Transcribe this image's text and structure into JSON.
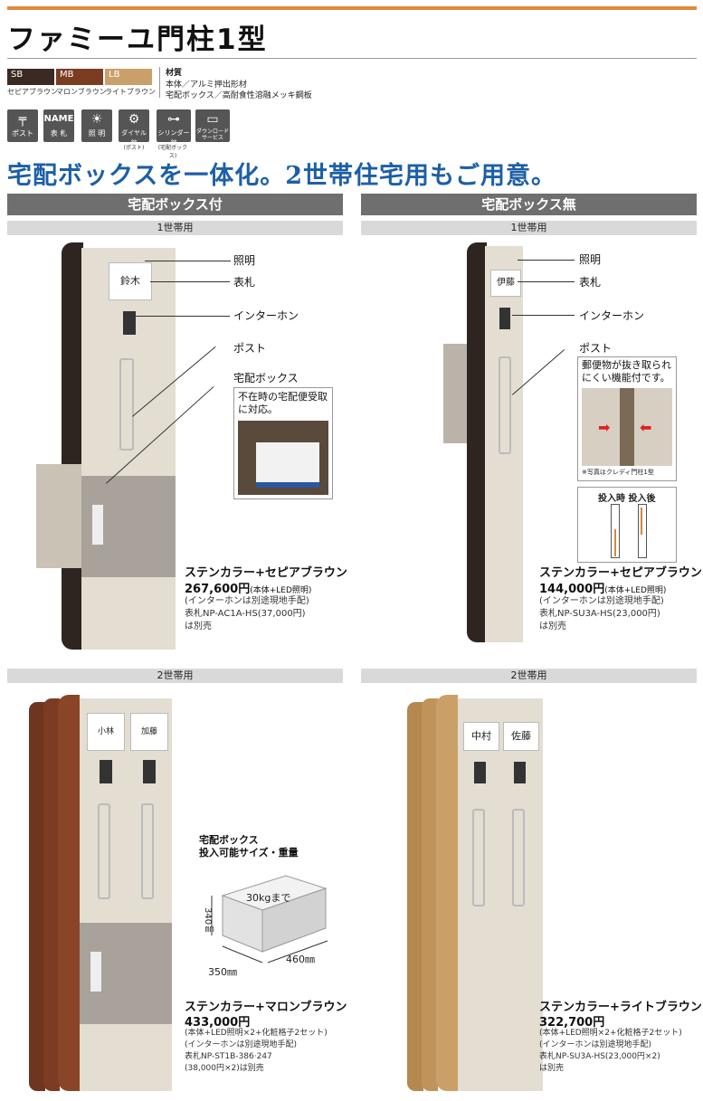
{
  "title": "ファミーユ門柱1型",
  "colors": {
    "swatches": [
      {
        "code": "SB",
        "name": "セピアブラウン",
        "hex": "#3a2a22"
      },
      {
        "code": "MB",
        "name": "マロンブラウン",
        "hex": "#7a3d22"
      },
      {
        "code": "LB",
        "name": "ライトブラウン",
        "hex": "#c9a06a"
      }
    ],
    "accent": "#1d5fa6",
    "topbar": "#e08a3c"
  },
  "material": {
    "title": "材質",
    "lines": [
      "本体／アルミ押出形材",
      "宅配ボックス／高耐食性溶融メッキ鋼板"
    ]
  },
  "features": [
    {
      "icon": "post-icon",
      "label": "ポスト",
      "sub": ""
    },
    {
      "icon": "nameplate-icon",
      "label": "表 札",
      "sub": "",
      "glyph_text": "NAME"
    },
    {
      "icon": "light-icon",
      "label": "照 明",
      "sub": ""
    },
    {
      "icon": "dial-lock-icon",
      "label": "ダイヤル錠",
      "sub": "(ポスト)"
    },
    {
      "icon": "cylinder-lock-icon",
      "label": "シリンダー錠",
      "sub": "(宅配ボックス)"
    },
    {
      "icon": "download-icon",
      "label": "ダウンロード サービス",
      "sub": ""
    }
  ],
  "catch": "宅配ボックスを一体化。2世帯住宅用もご用意。",
  "sections": {
    "with_box": "宅配ボックス付",
    "without_box": "宅配ボックス無",
    "single": "1世帯用",
    "double": "2世帯用"
  },
  "callouts": {
    "light": "照明",
    "nameplate": "表札",
    "intercom": "インターホン",
    "post": "ポスト",
    "delivery_box": "宅配ボックス"
  },
  "insets": {
    "absent": "不在時の宅配便受取に対応。",
    "antitheft": "郵便物が抜き取られにくい機能付です。",
    "antitheft_note": "※写真はクレディ門柱1型",
    "insert_labels": "投入時 投入後",
    "box_size_title": "宅配ボックス\n投入可能サイズ・重量",
    "weight": "30kgまで",
    "dim_h": "340㎜",
    "dim_w": "350㎜",
    "dim_d": "460㎜"
  },
  "nameplates": {
    "p1": "鈴木",
    "p2": "伊藤",
    "p3a": "小林",
    "p3b": "加藤",
    "p4a": "中村",
    "p4b": "佐藤"
  },
  "products": [
    {
      "name": "ステンカラー+セピアブラウン",
      "price": "267,600円",
      "price_note": "(本体+LED照明)",
      "lines": [
        "(インターホンは別途現地手配)",
        "表札NP-AC1A-HS(37,000円)",
        "は別売"
      ]
    },
    {
      "name": "ステンカラー+セピアブラウン",
      "price": "144,000円",
      "price_note": "(本体+LED照明)",
      "lines": [
        "(インターホンは別途現地手配)",
        "表札NP-SU3A-HS(23,000円)",
        "は別売"
      ]
    },
    {
      "name": "ステンカラー+マロンブラウン",
      "price": "433,000円",
      "price_note": "",
      "lines": [
        "(本体+LED照明×2+化粧格子2セット)",
        "(インターホンは別途現地手配)",
        "表札NP-ST1B-386·247",
        "(38,000円×2)は別売"
      ]
    },
    {
      "name": "ステンカラー+ライトブラウン",
      "price": "322,700円",
      "price_note": "",
      "lines": [
        "(本体+LED照明×2+化粧格子2セット)",
        "(インターホンは別途現地手配)",
        "表札NP-SU3A-HS(23,000円×2)",
        "は別売"
      ]
    }
  ]
}
